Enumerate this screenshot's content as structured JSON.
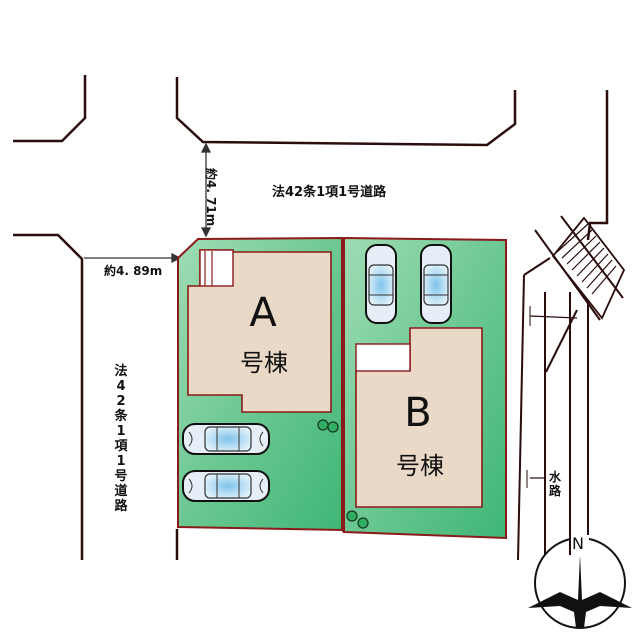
{
  "map": {
    "roads": {
      "top_label": "法42条1項1号道路",
      "left_label": "法42条1項1号道路"
    },
    "dimensions": {
      "vertical": "約4. 71m",
      "horizontal": "約4. 89m"
    },
    "buildings": [
      {
        "letter": "A",
        "suffix": "号棟"
      },
      {
        "letter": "B",
        "suffix": "号棟"
      }
    ],
    "waterway_label": "水路",
    "compass": {
      "north_label": "N",
      "icon": "crane-compass-icon"
    },
    "parking": {
      "lot_a_cars": 2,
      "lot_b_cars": 2
    },
    "colors": {
      "lot_green": "#5cbf85",
      "building_fill": "#ead9c6",
      "boundary": "#8b1a1a",
      "road_line": "#2b0d0d"
    }
  }
}
